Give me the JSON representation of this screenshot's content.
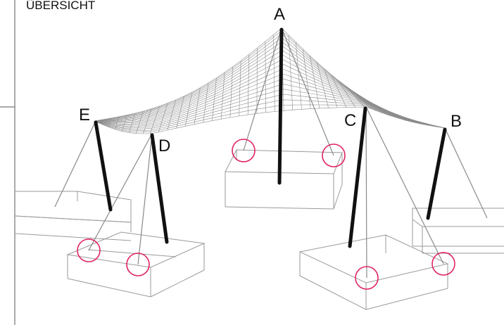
{
  "title": "ÜBERSICHT",
  "points": {
    "a": "A",
    "b": "B",
    "c": "C",
    "d": "D",
    "e": "E"
  },
  "colors": {
    "anchor": "#e0245e",
    "mast": "#111111",
    "cable": "#8a8a8a",
    "box": "#9a9a9a",
    "mesh": "#8c8c8c"
  }
}
